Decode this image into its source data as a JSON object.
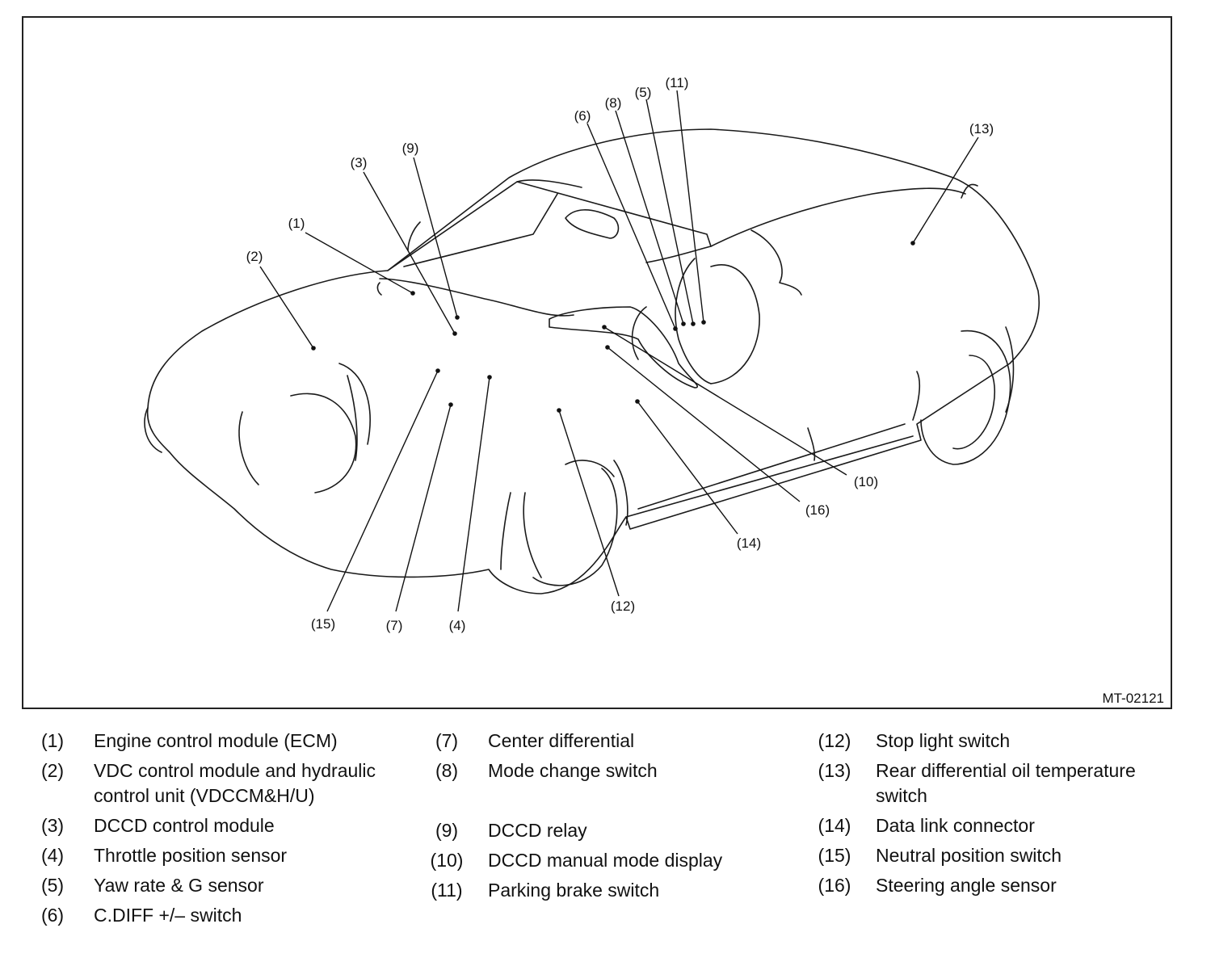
{
  "figure_id": "MT-02121",
  "callouts": [
    "(1)",
    "(2)",
    "(3)",
    "(4)",
    "(5)",
    "(6)",
    "(7)",
    "(8)",
    "(9)",
    "(10)",
    "(11)",
    "(12)",
    "(13)",
    "(14)",
    "(15)",
    "(16)"
  ],
  "legend": {
    "columns": [
      [
        {
          "num": "(1)",
          "text": "Engine control module (ECM)"
        },
        {
          "num": "(2)",
          "text": "VDC control module and hydraulic control unit (VDCCM&H/U)"
        },
        {
          "num": "(3)",
          "text": "DCCD control module"
        },
        {
          "num": "(4)",
          "text": "Throttle position sensor"
        },
        {
          "num": "(5)",
          "text": "Yaw rate & G sensor"
        },
        {
          "num": "(6)",
          "text": "C.DIFF +/– switch"
        }
      ],
      [
        {
          "num": "(7)",
          "text": "Center differential"
        },
        {
          "num": "(8)",
          "text": "Mode change switch"
        },
        {
          "num": "(9)",
          "text": "DCCD relay"
        },
        {
          "num": "(10)",
          "text": "DCCD manual mode display"
        },
        {
          "num": "(11)",
          "text": "Parking brake switch"
        }
      ],
      [
        {
          "num": "(12)",
          "text": "Stop light switch"
        },
        {
          "num": "(13)",
          "text": "Rear differential oil temperature switch"
        },
        {
          "num": "(14)",
          "text": "Data link connector"
        },
        {
          "num": "(15)",
          "text": "Neutral position switch"
        },
        {
          "num": "(16)",
          "text": "Steering angle sensor"
        }
      ]
    ]
  }
}
